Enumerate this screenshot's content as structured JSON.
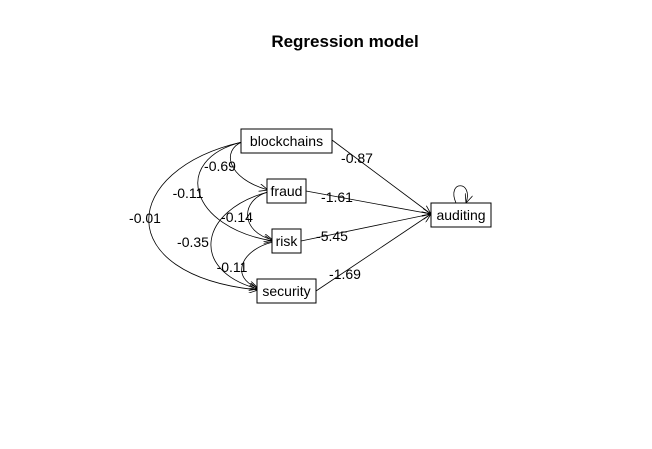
{
  "title": "Regression model",
  "nodes": {
    "blockchains": "blockchains",
    "fraud": "fraud",
    "risk": "risk",
    "security": "security",
    "auditing": "auditing"
  },
  "paths": {
    "blockchains_auditing": "-0.87",
    "fraud_auditing": "-1.61",
    "risk_auditing": "-5.45",
    "security_auditing": "-1.69"
  },
  "covariances": {
    "blockchains_fraud": "-0.69",
    "blockchains_risk": "-0.11",
    "blockchains_security": "-0.01",
    "fraud_risk": "-0.14",
    "fraud_security": "-0.35",
    "risk_security": "-0.11"
  }
}
